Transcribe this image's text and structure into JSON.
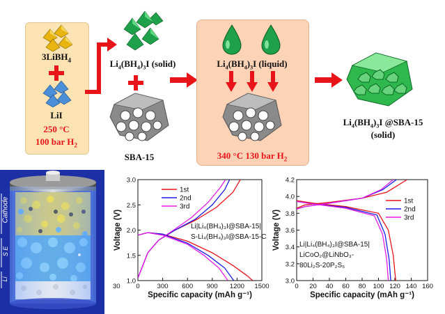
{
  "scheme": {
    "reactant1": "3LiBH",
    "reactant1_sub": "4",
    "reactant2": "LiI",
    "cond1_temp": "250 °C",
    "cond1_press": "100 bar H",
    "cond1_press_sub": "2",
    "solid_label_a": "Li",
    "solid_label_b": "4",
    "solid_label_c": "(BH",
    "solid_label_d": "4",
    "solid_label_e": ")",
    "solid_label_f": "3",
    "solid_label_g": "I (solid)",
    "sba_label": "SBA-15",
    "liquid_label_g": "I (liquid)",
    "cond2": "340 °C 130 bar H",
    "cond2_sub": "2",
    "product_label_g": "I @SBA-15",
    "product_state": "(solid)"
  },
  "battery": {
    "label_cathode": "Cathode",
    "label_se": "S E",
    "label_li": "Li"
  },
  "chart_data": [
    {
      "type": "line",
      "xlabel": "Specific capacity (mAh g⁻¹)",
      "ylabel": "Voltage (V)",
      "xlim": [
        0,
        1500
      ],
      "ylim": [
        1.0,
        3.0
      ],
      "xticks": [
        "0",
        "300",
        "600",
        "900",
        "1200",
        "1500"
      ],
      "xtick_left_cut": "30",
      "yticks": [
        "1.0",
        "1.5",
        "2.0",
        "2.5",
        "3.0"
      ],
      "legend": [
        "1st",
        "2nd",
        "3rd"
      ],
      "annotation_line1": "Li|Li₄(BH₄)₃I@SBA-15|",
      "annotation_line2": "S-Li₄(BH₄)₃I@SBA-15-C",
      "series": [
        {
          "name": "1st",
          "color": "#e8141a",
          "charge": [
            [
              0,
              1.05
            ],
            [
              120,
              1.55
            ],
            [
              250,
              1.8
            ],
            [
              450,
              2.0
            ],
            [
              700,
              2.2
            ],
            [
              950,
              2.45
            ],
            [
              1150,
              2.75
            ],
            [
              1240,
              3.0
            ]
          ],
          "discharge": [
            [
              0,
              1.9
            ],
            [
              120,
              1.95
            ],
            [
              300,
              1.92
            ],
            [
              600,
              1.78
            ],
            [
              900,
              1.55
            ],
            [
              1150,
              1.3
            ],
            [
              1320,
              1.1
            ],
            [
              1390,
              1.0
            ]
          ]
        },
        {
          "name": "2nd",
          "color": "#1a1ae6",
          "charge": [
            [
              0,
              1.05
            ],
            [
              120,
              1.55
            ],
            [
              250,
              1.8
            ],
            [
              450,
              2.0
            ],
            [
              700,
              2.22
            ],
            [
              900,
              2.5
            ],
            [
              1050,
              2.8
            ],
            [
              1110,
              3.0
            ]
          ],
          "discharge": [
            [
              0,
              1.9
            ],
            [
              120,
              1.95
            ],
            [
              300,
              1.92
            ],
            [
              600,
              1.74
            ],
            [
              850,
              1.5
            ],
            [
              1050,
              1.25
            ],
            [
              1160,
              1.0
            ]
          ]
        },
        {
          "name": "3rd",
          "color": "#e61ae6",
          "charge": [
            [
              0,
              1.05
            ],
            [
              120,
              1.55
            ],
            [
              250,
              1.8
            ],
            [
              450,
              2.02
            ],
            [
              650,
              2.25
            ],
            [
              850,
              2.55
            ],
            [
              1000,
              2.85
            ],
            [
              1060,
              3.0
            ]
          ],
          "discharge": [
            [
              0,
              1.9
            ],
            [
              120,
              1.95
            ],
            [
              300,
              1.9
            ],
            [
              600,
              1.72
            ],
            [
              800,
              1.5
            ],
            [
              980,
              1.25
            ],
            [
              1090,
              1.0
            ]
          ]
        }
      ]
    },
    {
      "type": "line",
      "xlabel": "Specific capacity (mAh g⁻¹)",
      "ylabel": "Voltage (V)",
      "xlim": [
        0,
        160
      ],
      "ylim": [
        3.0,
        4.2
      ],
      "xticks": [
        "0",
        "20",
        "40",
        "60",
        "80",
        "100",
        "120",
        "140",
        "160"
      ],
      "yticks": [
        "3.0",
        "3.2",
        "3.4",
        "3.6",
        "3.8",
        "4.0",
        "4.2"
      ],
      "legend": [
        "1st",
        "2nd",
        "3rd"
      ],
      "annotation_line1": "Li|Li₄(BH₄)₃I@SBA-15|",
      "annotation_line2": "LiCoO₂@LiNbO₃-",
      "annotation_line3": "80Li₂S-20P₂S₅",
      "series": [
        {
          "name": "1st",
          "color": "#e8141a",
          "charge": [
            [
              0,
              3.86
            ],
            [
              10,
              3.9
            ],
            [
              40,
              3.93
            ],
            [
              80,
              3.98
            ],
            [
              110,
              4.05
            ],
            [
              135,
              4.2
            ]
          ],
          "discharge": [
            [
              0,
              3.95
            ],
            [
              20,
              3.92
            ],
            [
              60,
              3.88
            ],
            [
              100,
              3.8
            ],
            [
              112,
              3.6
            ],
            [
              118,
              3.3
            ],
            [
              121,
              3.0
            ]
          ]
        },
        {
          "name": "2nd",
          "color": "#1a1ae6",
          "charge": [
            [
              0,
              3.85
            ],
            [
              10,
              3.88
            ],
            [
              40,
              3.92
            ],
            [
              80,
              3.98
            ],
            [
              105,
              4.08
            ],
            [
              122,
              4.2
            ]
          ],
          "discharge": [
            [
              0,
              3.94
            ],
            [
              20,
              3.91
            ],
            [
              60,
              3.87
            ],
            [
              98,
              3.78
            ],
            [
              108,
              3.55
            ],
            [
              113,
              3.25
            ],
            [
              115,
              3.0
            ]
          ]
        },
        {
          "name": "3rd",
          "color": "#e61ae6",
          "charge": [
            [
              0,
              3.85
            ],
            [
              10,
              3.88
            ],
            [
              40,
              3.92
            ],
            [
              80,
              3.98
            ],
            [
              103,
              4.08
            ],
            [
              118,
              4.2
            ]
          ],
          "discharge": [
            [
              0,
              3.94
            ],
            [
              20,
              3.91
            ],
            [
              60,
              3.86
            ],
            [
              95,
              3.77
            ],
            [
              105,
              3.55
            ],
            [
              110,
              3.25
            ],
            [
              112,
              3.0
            ]
          ]
        }
      ]
    }
  ]
}
